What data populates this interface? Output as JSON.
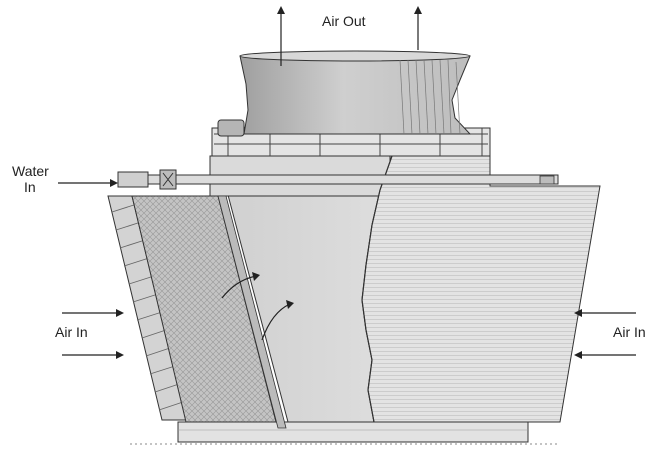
{
  "labels": {
    "air_out": "Air Out",
    "water_in_line1": "Water",
    "water_in_line2": "In",
    "air_in_left": "Air In",
    "air_in_right": "Air In"
  },
  "colors": {
    "ink": "#333333",
    "body": "#d7d7d7",
    "body_light": "#e6e6e6",
    "fill_media": "#bdbdbd",
    "louver": "#cfcfcf",
    "fan_stack": "#c9c9c9"
  }
}
